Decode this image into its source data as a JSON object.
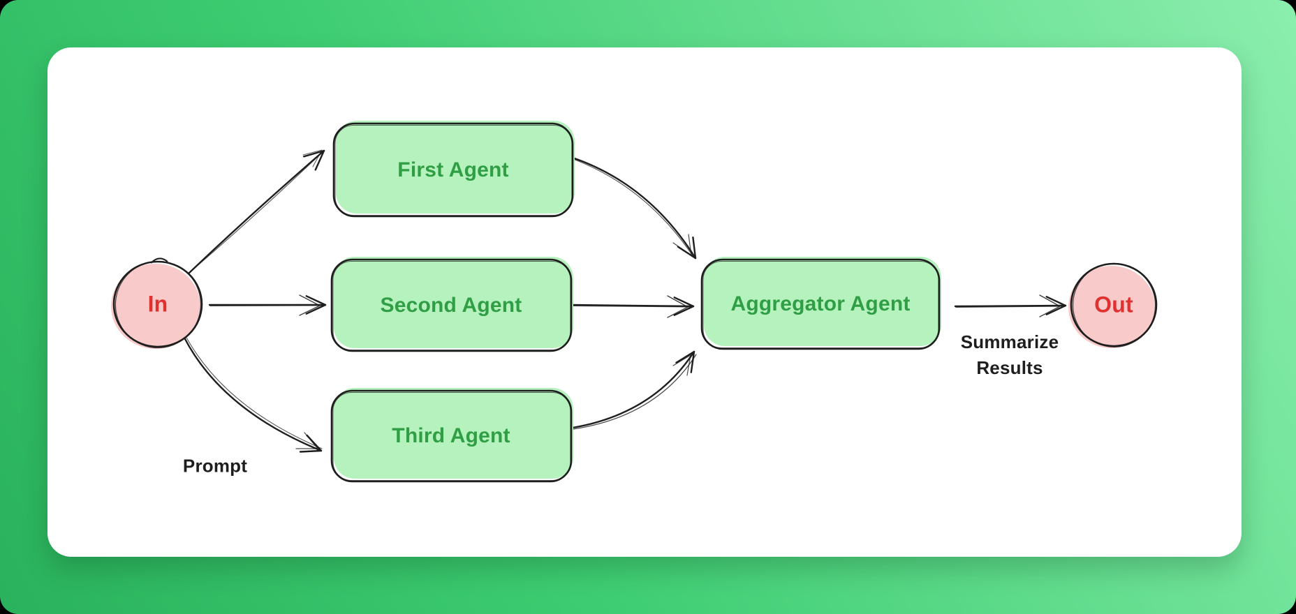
{
  "window": {
    "background_gradient": [
      "#2ab25c",
      "#3ecd72",
      "#8beead"
    ],
    "card_color": "#ffffff",
    "stroke_color": "#1e1e1e"
  },
  "diagram": {
    "type": "flowchart",
    "style": "hand-drawn",
    "nodes": [
      {
        "id": "in",
        "label": "In",
        "shape": "ellipse",
        "fill": "#f9caca",
        "text_color": "#e03131"
      },
      {
        "id": "first-agent",
        "label": "First Agent",
        "shape": "rounded-rectangle",
        "fill": "#b5f2bd",
        "text_color": "#2f9e44"
      },
      {
        "id": "second-agent",
        "label": "Second Agent",
        "shape": "rounded-rectangle",
        "fill": "#b5f2bd",
        "text_color": "#2f9e44"
      },
      {
        "id": "third-agent",
        "label": "Third Agent",
        "shape": "rounded-rectangle",
        "fill": "#b5f2bd",
        "text_color": "#2f9e44"
      },
      {
        "id": "aggregator-agent",
        "label": "Aggregator Agent",
        "shape": "rounded-rectangle",
        "fill": "#b5f2bd",
        "text_color": "#2f9e44"
      },
      {
        "id": "out",
        "label": "Out",
        "shape": "ellipse",
        "fill": "#f9caca",
        "text_color": "#e03131"
      }
    ],
    "edges": [
      {
        "from": "in",
        "to": "first-agent"
      },
      {
        "from": "in",
        "to": "second-agent"
      },
      {
        "from": "in",
        "to": "third-agent"
      },
      {
        "from": "first-agent",
        "to": "aggregator-agent"
      },
      {
        "from": "second-agent",
        "to": "aggregator-agent"
      },
      {
        "from": "third-agent",
        "to": "aggregator-agent"
      },
      {
        "from": "aggregator-agent",
        "to": "out",
        "label": "Summarize Results"
      }
    ],
    "labels": {
      "prompt": "Prompt",
      "summarize_line1": "Summarize",
      "summarize_line2": "Results"
    }
  }
}
